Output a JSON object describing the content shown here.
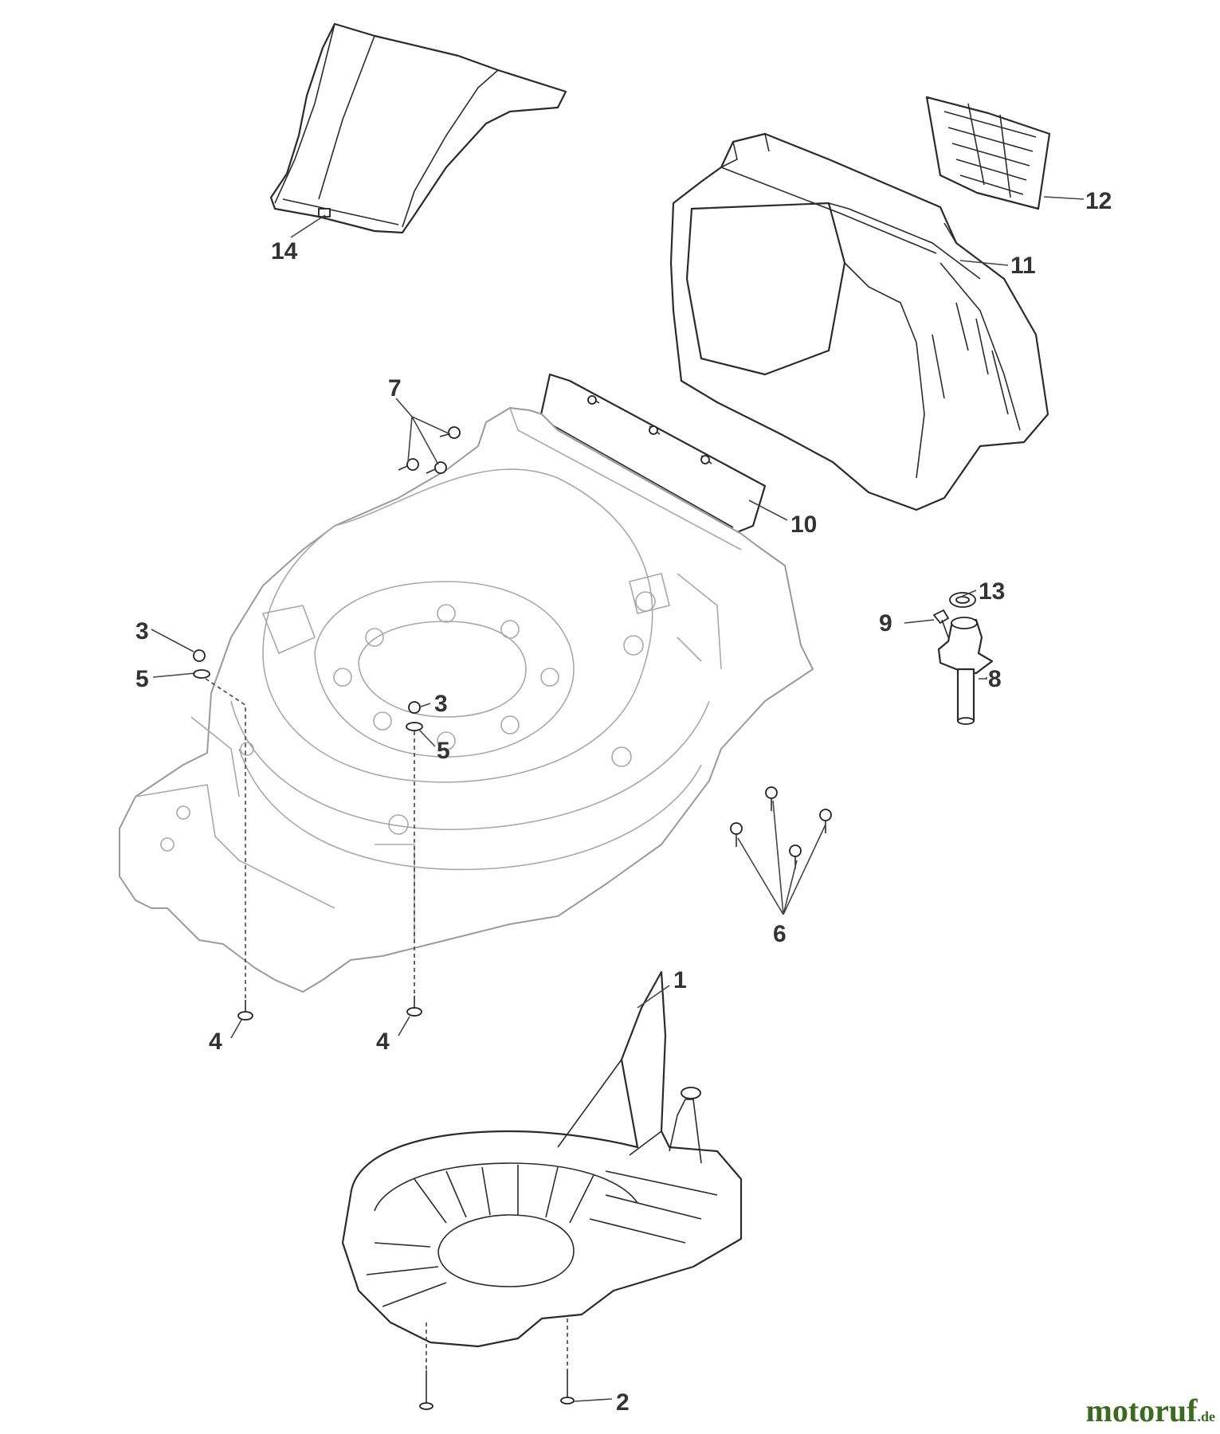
{
  "callouts": {
    "n1": "1",
    "n2": "2",
    "n3a": "3",
    "n3b": "3",
    "n4a": "4",
    "n4b": "4",
    "n5a": "5",
    "n5b": "5",
    "n6": "6",
    "n7": "7",
    "n8": "8",
    "n9": "9",
    "n10": "10",
    "n11": "11",
    "n12": "12",
    "n13": "13",
    "n14": "14"
  },
  "watermark": {
    "brand": "motoruf",
    "tld": ".de"
  },
  "colors": {
    "ink": "#2b2b2b",
    "ghost": "#9a9a9a",
    "brand": "#3a6b1f"
  }
}
